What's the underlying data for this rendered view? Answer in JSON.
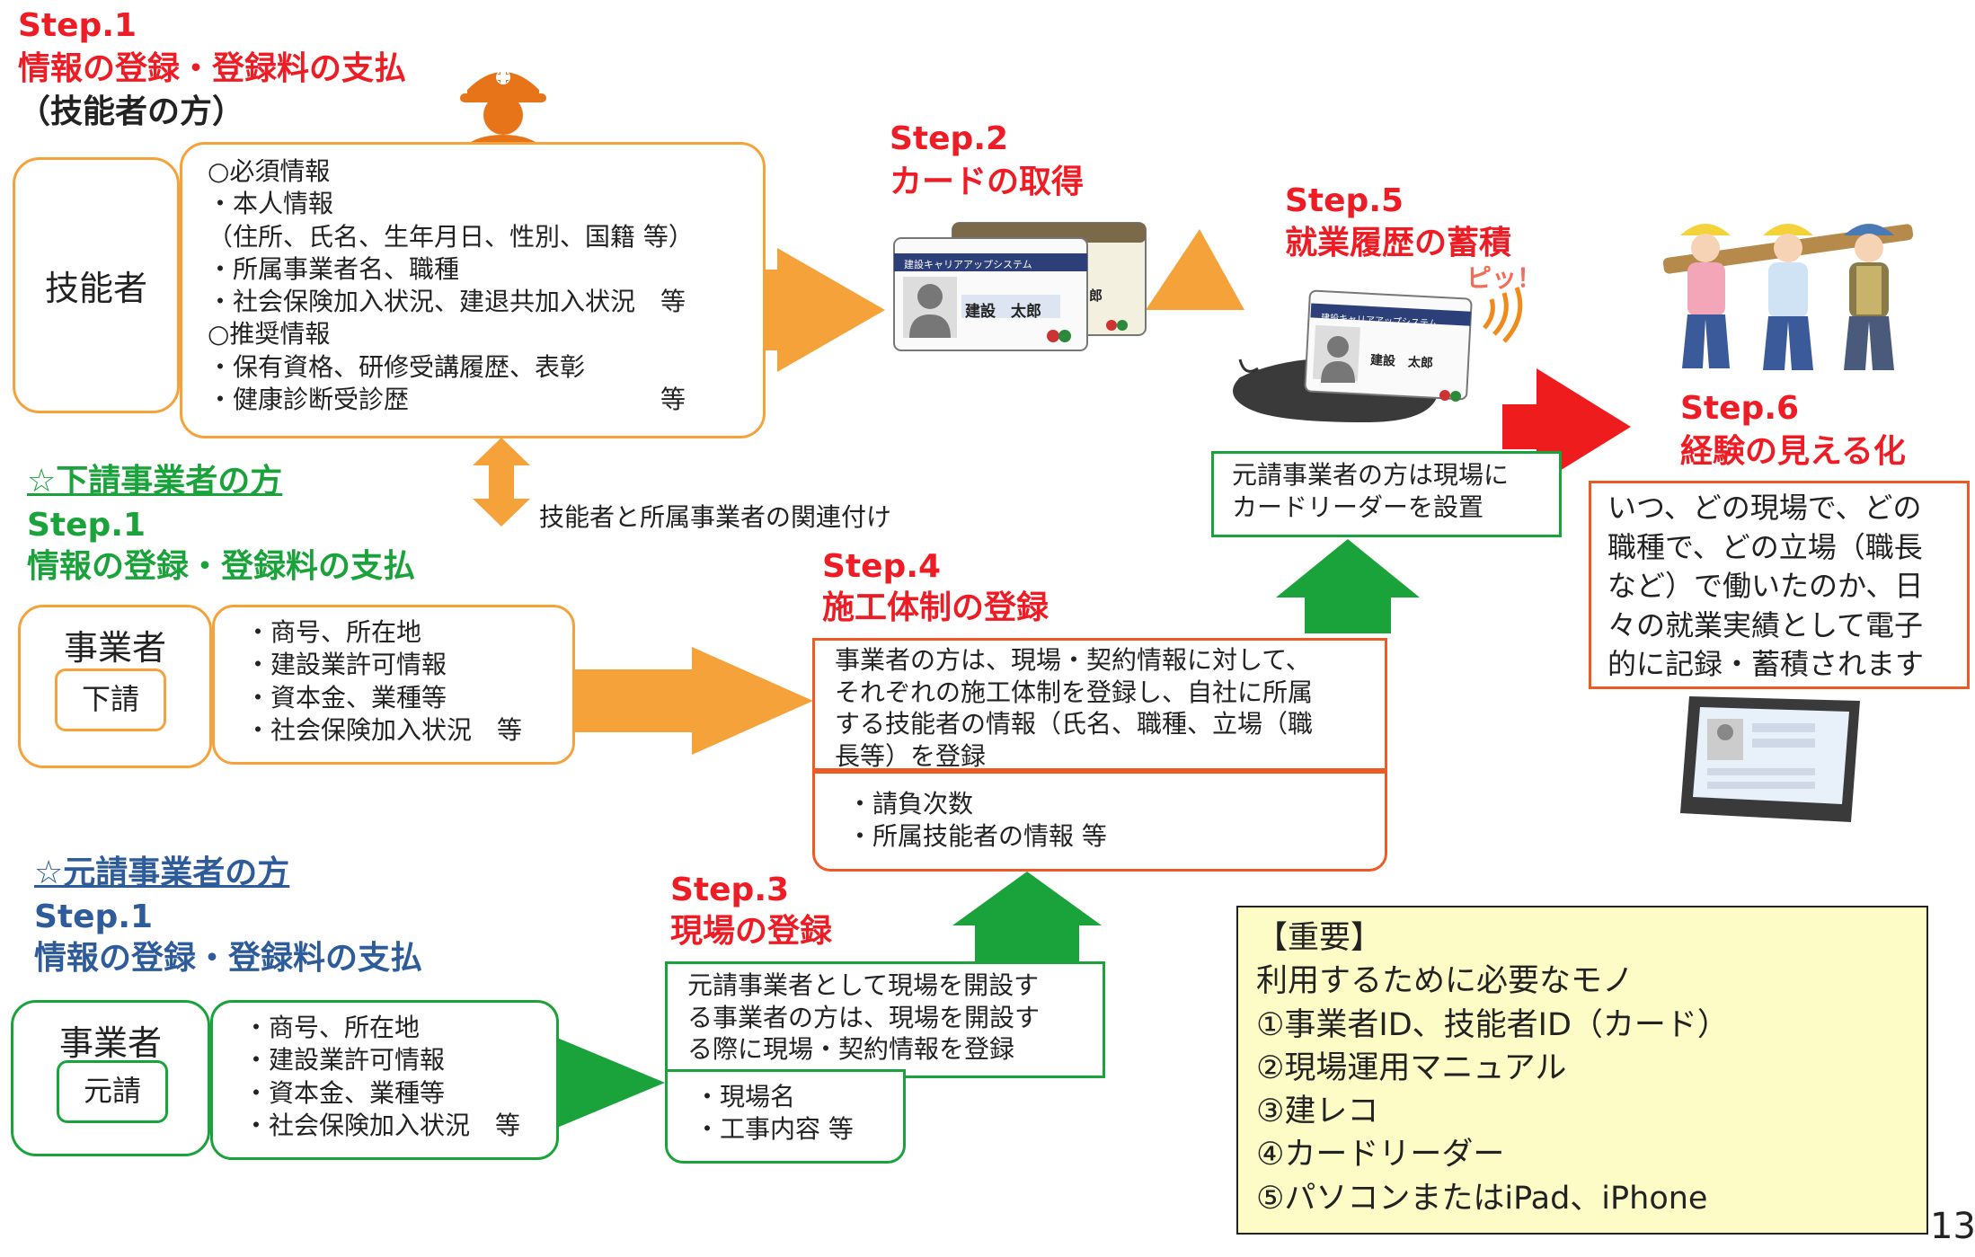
{
  "step1_worker": {
    "step": "Step.1",
    "title": "情報の登録・登録料の支払",
    "sub": "（技能者の方）",
    "actor": "技能者",
    "lines": [
      "○必須情報",
      "・本人情報",
      "（住所、氏名、生年月日、性別、国籍 等）",
      "・所属事業者名、職種",
      "・社会保険加入状況、建退共加入状況　等",
      "○推奨情報",
      "・保有資格、研修受講履歴、表彰",
      "・健康診断受診歴　　　　　　　　　　等"
    ]
  },
  "link_label": "技能者と所属事業者の関連付け",
  "sub_contractor": {
    "heading": "☆下請事業者の方",
    "step": "Step.1",
    "title": "情報の登録・登録料の支払",
    "actor": "事業者",
    "role": "下請",
    "lines": [
      "・商号、所在地",
      "・建設業許可情報",
      "・資本金、業種等",
      "・社会保険加入状況　等"
    ]
  },
  "prime_contractor": {
    "heading": "☆元請事業者の方",
    "step": "Step.1",
    "title": "情報の登録・登録料の支払",
    "actor": "事業者",
    "role": "元請",
    "lines": [
      "・商号、所在地",
      "・建設業許可情報",
      "・資本金、業種等",
      "・社会保険加入状況　等"
    ]
  },
  "step2": {
    "step": "Step.2",
    "title": "カードの取得",
    "card_system": "建設キャリアアップシステム",
    "card_name": "建設　太郎",
    "card_name_back": "郎"
  },
  "step3": {
    "step": "Step.3",
    "title": "現場の登録",
    "desc": [
      "元請事業者として現場を開設す",
      "る事業者の方は、現場を開設す",
      "る際に現場・契約情報を登録"
    ],
    "items": [
      "・現場名",
      "・工事内容 等"
    ]
  },
  "step4": {
    "step": "Step.4",
    "title": "施工体制の登録",
    "desc": [
      "事業者の方は、現場・契約情報に対して、",
      "それぞれの施工体制を登録し、自社に所属",
      "する技能者の情報（氏名、職種、立場（職",
      "長等）を登録"
    ],
    "items": [
      "・請負次数",
      "・所属技能者の情報 等"
    ]
  },
  "step5": {
    "step": "Step.5",
    "title": "就業履歴の蓄積",
    "beep": "ピッ！",
    "card_system": "建設キャリアアップシステム",
    "card_name": "建設　太郎",
    "note": [
      "元請事業者の方は現場に",
      "カードリーダーを設置"
    ]
  },
  "step6": {
    "step": "Step.6",
    "title": "経験の見える化",
    "desc": [
      "いつ、どの現場で、どの",
      "職種で、どの立場（職長",
      "など）で働いたのか、日",
      "々の就業実績として電子",
      "的に記録・蓄積されます"
    ]
  },
  "important": {
    "lines": [
      "【重要】",
      "利用するために必要なモノ",
      "①事業者ID、技能者ID（カード）",
      "②現場運用マニュアル",
      "③建レコ",
      "④カードリーダー",
      "⑤パソコンまたはiPad、iPhone"
    ]
  },
  "page_number": "13",
  "colors": {
    "orange": "#f6a23a",
    "green": "#1aa33a",
    "red": "#ee1c25",
    "blue": "#2e5b9a",
    "note_bg": "#fdfbc6"
  }
}
